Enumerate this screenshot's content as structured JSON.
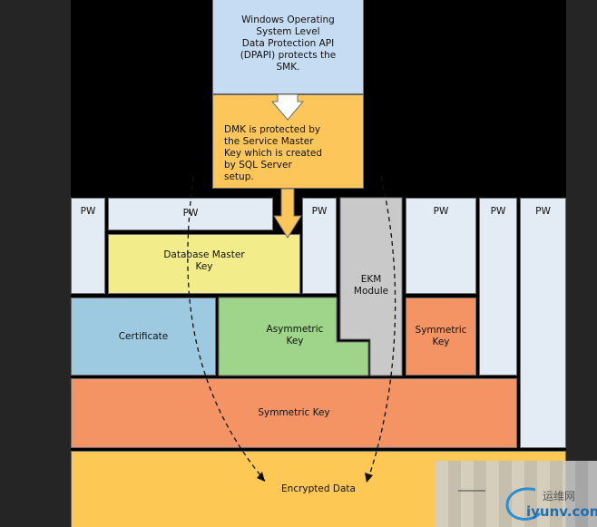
{
  "diagram": {
    "dpapi_text": "Windows Operating\nSystem Level\nData Protection API\n(DPAPI) protects the\nSMK.",
    "dmk_text": "DMK is protected by\nthe Service Master\nKey which is created\nby SQL Server\nsetup.",
    "pw_label": "PW",
    "database_master_key": "Database Master\nKey",
    "ekm_module": "EKM\nModule",
    "certificate": "Certificate",
    "asymmetric_key": "Asymmetric\nKey",
    "symmetric_key_small": "Symmetric\nKey",
    "symmetric_key": "Symmetric Key",
    "encrypted_data": "Encrypted Data"
  },
  "watermark": {
    "cn": "运维网",
    "en": "iyunv.com"
  },
  "colors": {
    "blue": "#c6dcf2",
    "orange_yellow": "#fdc65a",
    "pale_blue": "#e3ebf5",
    "yellow": "#f3ec8a",
    "gray": "#c9c9c9",
    "cert_blue": "#9ecae1",
    "green": "#9ed58b",
    "salmon": "#f49465",
    "data_yellow": "#fdc853"
  }
}
